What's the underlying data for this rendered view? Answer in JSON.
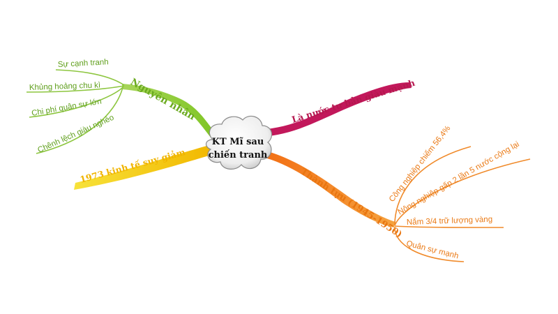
{
  "center": {
    "line1": "KT Mĩ sau",
    "line2": "chiến tranh"
  },
  "branches": {
    "cause": {
      "label": "Nguyên nhân",
      "color": "#8dc63f",
      "items": [
        "Sự cạnh tranh",
        "Khủng hoảng chu kì",
        "Chi phí quân sự lớn",
        "Chênh lệch giàu nghèo"
      ]
    },
    "decline": {
      "label": "1973 kinh tế suy giảm",
      "color": "#f2c500"
    },
    "rich": {
      "label": "Là nước tư bản giàu mạnh",
      "color": "#c2185b"
    },
    "achieve": {
      "label": "Thành tựu (1945-1950)",
      "color": "#ef7d1a",
      "items": [
        "Công nghiệp chiếm 56,4%",
        "Nông nghiệp gấp 2 lần 5 nước cộng lại",
        "Nắm 3/4 trữ lượng vàng",
        "Quân sự mạnh"
      ]
    }
  }
}
